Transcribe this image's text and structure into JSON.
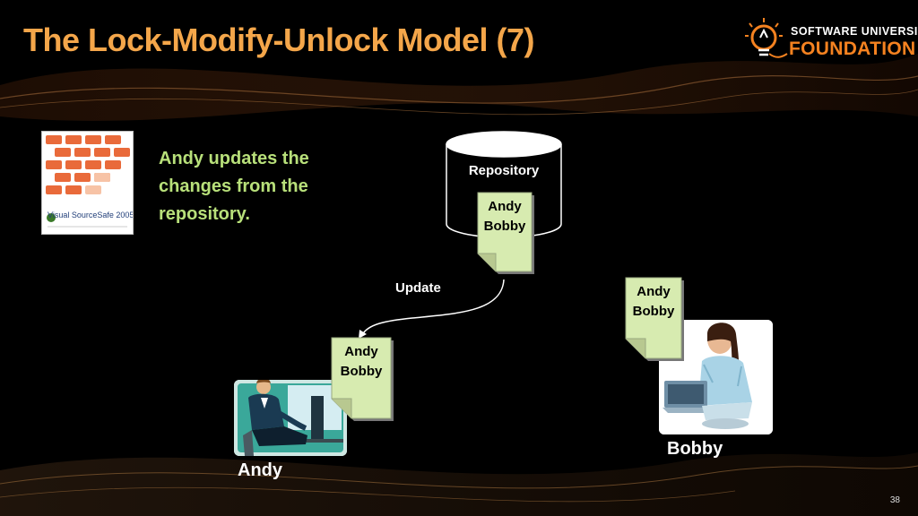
{
  "slide": {
    "title": "The Lock-Modify-Unlock Model (7)",
    "page_number": "38"
  },
  "logo": {
    "top_text": "SOFTWARE UNIVERSITY",
    "bottom_text": "FOUNDATION"
  },
  "product_box": {
    "label": "Visual SourceSafe 2005"
  },
  "description": "Andy updates the changes from the repository.",
  "repository": {
    "label": "Repository",
    "doc_line1": "Andy",
    "doc_line2": "Bobby"
  },
  "arrow": {
    "label": "Update"
  },
  "andy": {
    "name": "Andy",
    "doc_line1": "Andy",
    "doc_line2": "Bobby"
  },
  "bobby": {
    "name": "Bobby",
    "doc_line1": "Andy",
    "doc_line2": "Bobby"
  },
  "colors": {
    "title": "#f4a64a",
    "description": "#b8e07a",
    "doc_fill": "#d7ebb0",
    "logo_orange": "#f58220"
  }
}
